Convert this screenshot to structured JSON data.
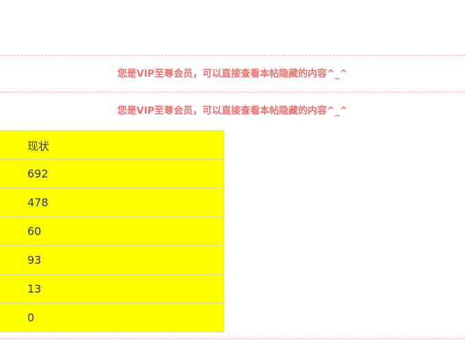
{
  "notices": [
    "您是VIP至尊会员，可以直接查看本帖隐藏的内容^_^",
    "您是VIP至尊会员，可以直接查看本帖隐藏的内容^_^"
  ],
  "table": {
    "header": "现状",
    "rows": [
      "692",
      "478",
      "60",
      "93",
      "13",
      "0"
    ]
  },
  "colors": {
    "notice_text": "#f06e6e",
    "table_background": "#ffff00",
    "divider": "#f3b1b1"
  }
}
